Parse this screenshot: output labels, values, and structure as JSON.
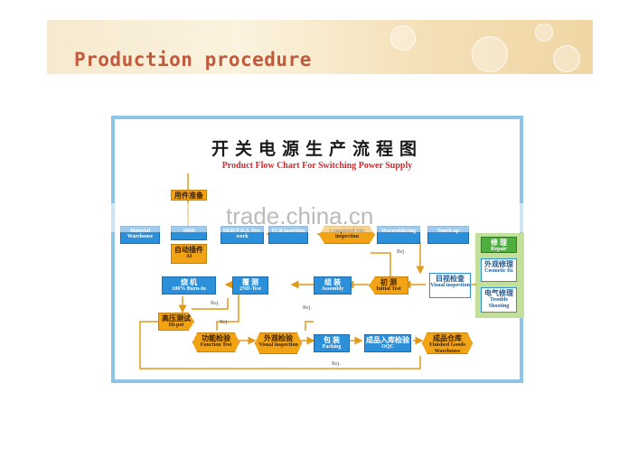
{
  "header": {
    "title": "Production procedure"
  },
  "chart": {
    "title_cn": "开关电源生产流程图",
    "title_en": "Product Flow Chart For Switching Power Supply",
    "colors": {
      "frame": "#8ec4e6",
      "blue": "#2c8fd9",
      "orange": "#f2a313",
      "green": "#4eae3e",
      "panel": "#c2df9b",
      "title_en": "#d8282f"
    },
    "nodes": {
      "material_prep": {
        "cn": "用件准备"
      },
      "warehouse": {
        "en": "Material Warehouse"
      },
      "smd": {
        "en": "SMD"
      },
      "ai": {
        "cn": "自动插件",
        "en": "AI"
      },
      "prework": {
        "en": "SKD/T-R.S. Pre-work"
      },
      "pcb_insertion": {
        "en": "PCB insertion"
      },
      "site_inspection": {
        "en": "Completed Site inspection"
      },
      "wavesoldering": {
        "en": "Wavesoldering"
      },
      "touchup": {
        "en": "Touch-up"
      },
      "repair": {
        "cn": "修 理",
        "en": "Repair"
      },
      "cosmetic_fix": {
        "cn": "外观修理",
        "en": "Cosmetic fix"
      },
      "trouble_shooting": {
        "cn": "电气修理",
        "en": "Trouble Shooting"
      },
      "visual_inspection_top": {
        "cn": "目视检查",
        "en": "Visual inspection"
      },
      "initial_test": {
        "cn": "初 测",
        "en": "Initial Test"
      },
      "assembly": {
        "cn": "组 装",
        "en": "Assembly"
      },
      "second_test": {
        "cn": "覆 测",
        "en": "2ND-Test"
      },
      "burn_in": {
        "cn": "烧 机",
        "en": "100% Burn-In"
      },
      "hipot": {
        "cn": "高压测试",
        "en": "Hi-pot"
      },
      "function_test": {
        "cn": "功能检验",
        "en": "Function Test"
      },
      "visual_inspection_bottom": {
        "cn": "外观检验",
        "en": "Visual inspection"
      },
      "packing": {
        "cn": "包 装",
        "en": "Packing"
      },
      "oqc": {
        "cn": "成品入库检验",
        "en": "OQC"
      },
      "finished_goods": {
        "cn": "成品仓库",
        "en": "Finished Goods Warehouse"
      }
    },
    "rej_label": "Rej."
  },
  "watermark": "trade.china.cn"
}
